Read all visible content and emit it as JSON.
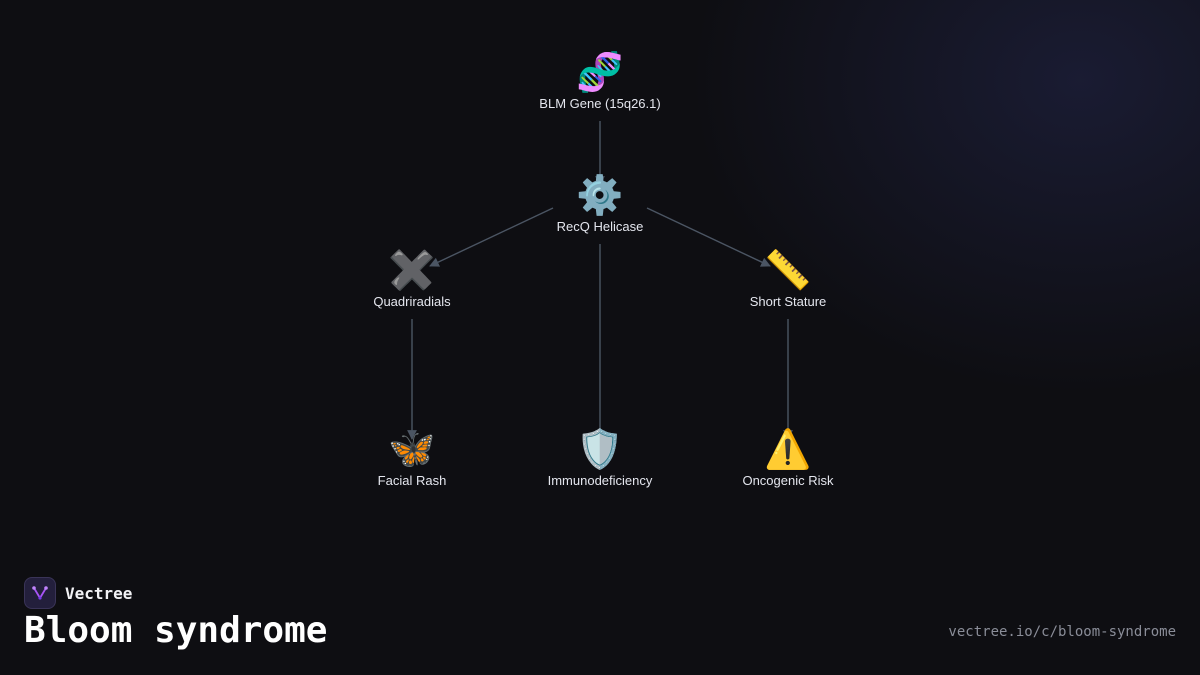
{
  "brand": {
    "name": "Vectree",
    "logo_icon": "vectree-logo-icon"
  },
  "title": "Bloom syndrome",
  "url": "vectree.io/c/bloom-syndrome",
  "colors": {
    "background": "#0e0e12",
    "edge": "#4b5563",
    "label": "#e4e6ee",
    "logo_accent": "#a855f7"
  },
  "nodes": [
    {
      "id": "blm-gene",
      "label": "BLM Gene (15q26.1)",
      "icon": "dna-icon",
      "glyph": "🧬"
    },
    {
      "id": "recq-helicase",
      "label": "RecQ Helicase",
      "icon": "gear-icon",
      "glyph": "⚙️"
    },
    {
      "id": "quadriradials",
      "label": "Quadriradials",
      "icon": "cross-mark-icon",
      "glyph": "✖️"
    },
    {
      "id": "short-stature",
      "label": "Short Stature",
      "icon": "ruler-icon",
      "glyph": "📏"
    },
    {
      "id": "facial-rash",
      "label": "Facial Rash",
      "icon": "butterfly-icon",
      "glyph": "🦋"
    },
    {
      "id": "immunodeficiency",
      "label": "Immunodeficiency",
      "icon": "shield-icon",
      "glyph": "🛡️"
    },
    {
      "id": "oncogenic-risk",
      "label": "Oncogenic Risk",
      "icon": "warning-icon",
      "glyph": "⚠️"
    }
  ],
  "edges": [
    {
      "from": "blm-gene",
      "to": "recq-helicase"
    },
    {
      "from": "recq-helicase",
      "to": "quadriradials"
    },
    {
      "from": "recq-helicase",
      "to": "short-stature"
    },
    {
      "from": "quadriradials",
      "to": "facial-rash"
    },
    {
      "from": "recq-helicase",
      "to": "immunodeficiency"
    },
    {
      "from": "short-stature",
      "to": "oncogenic-risk"
    }
  ]
}
